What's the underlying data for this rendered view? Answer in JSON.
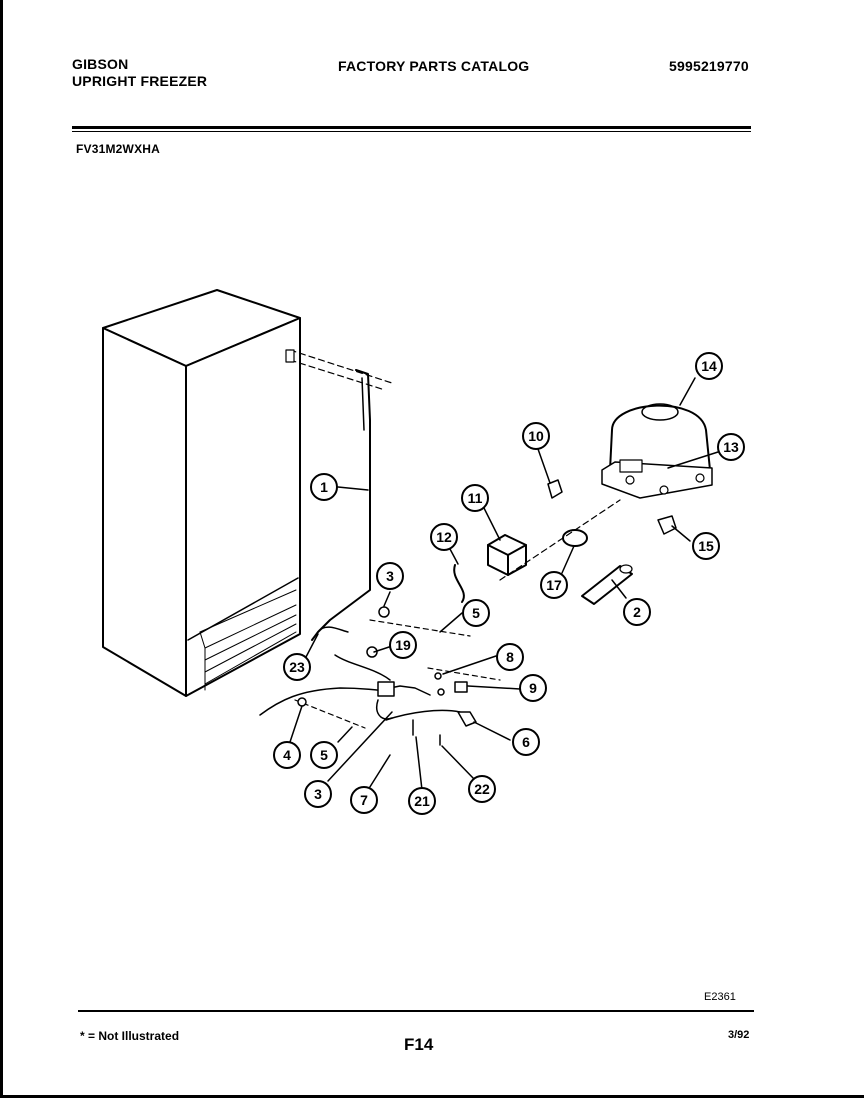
{
  "header": {
    "brand_line1": "GIBSON",
    "brand_line2": "UPRIGHT FREEZER",
    "catalog_title": "FACTORY PARTS CATALOG",
    "part_number": "5995219770",
    "model": "FV31M2WXHA"
  },
  "callouts": [
    "14",
    "13",
    "10",
    "11",
    "1",
    "12",
    "15",
    "17",
    "2",
    "3",
    "5",
    "19",
    "8",
    "23",
    "9",
    "4",
    "5",
    "6",
    "3",
    "7",
    "21",
    "22"
  ],
  "footer": {
    "drawing_code": "E2361",
    "note": "* = Not Illustrated",
    "page": "F14",
    "date": "3/92"
  }
}
